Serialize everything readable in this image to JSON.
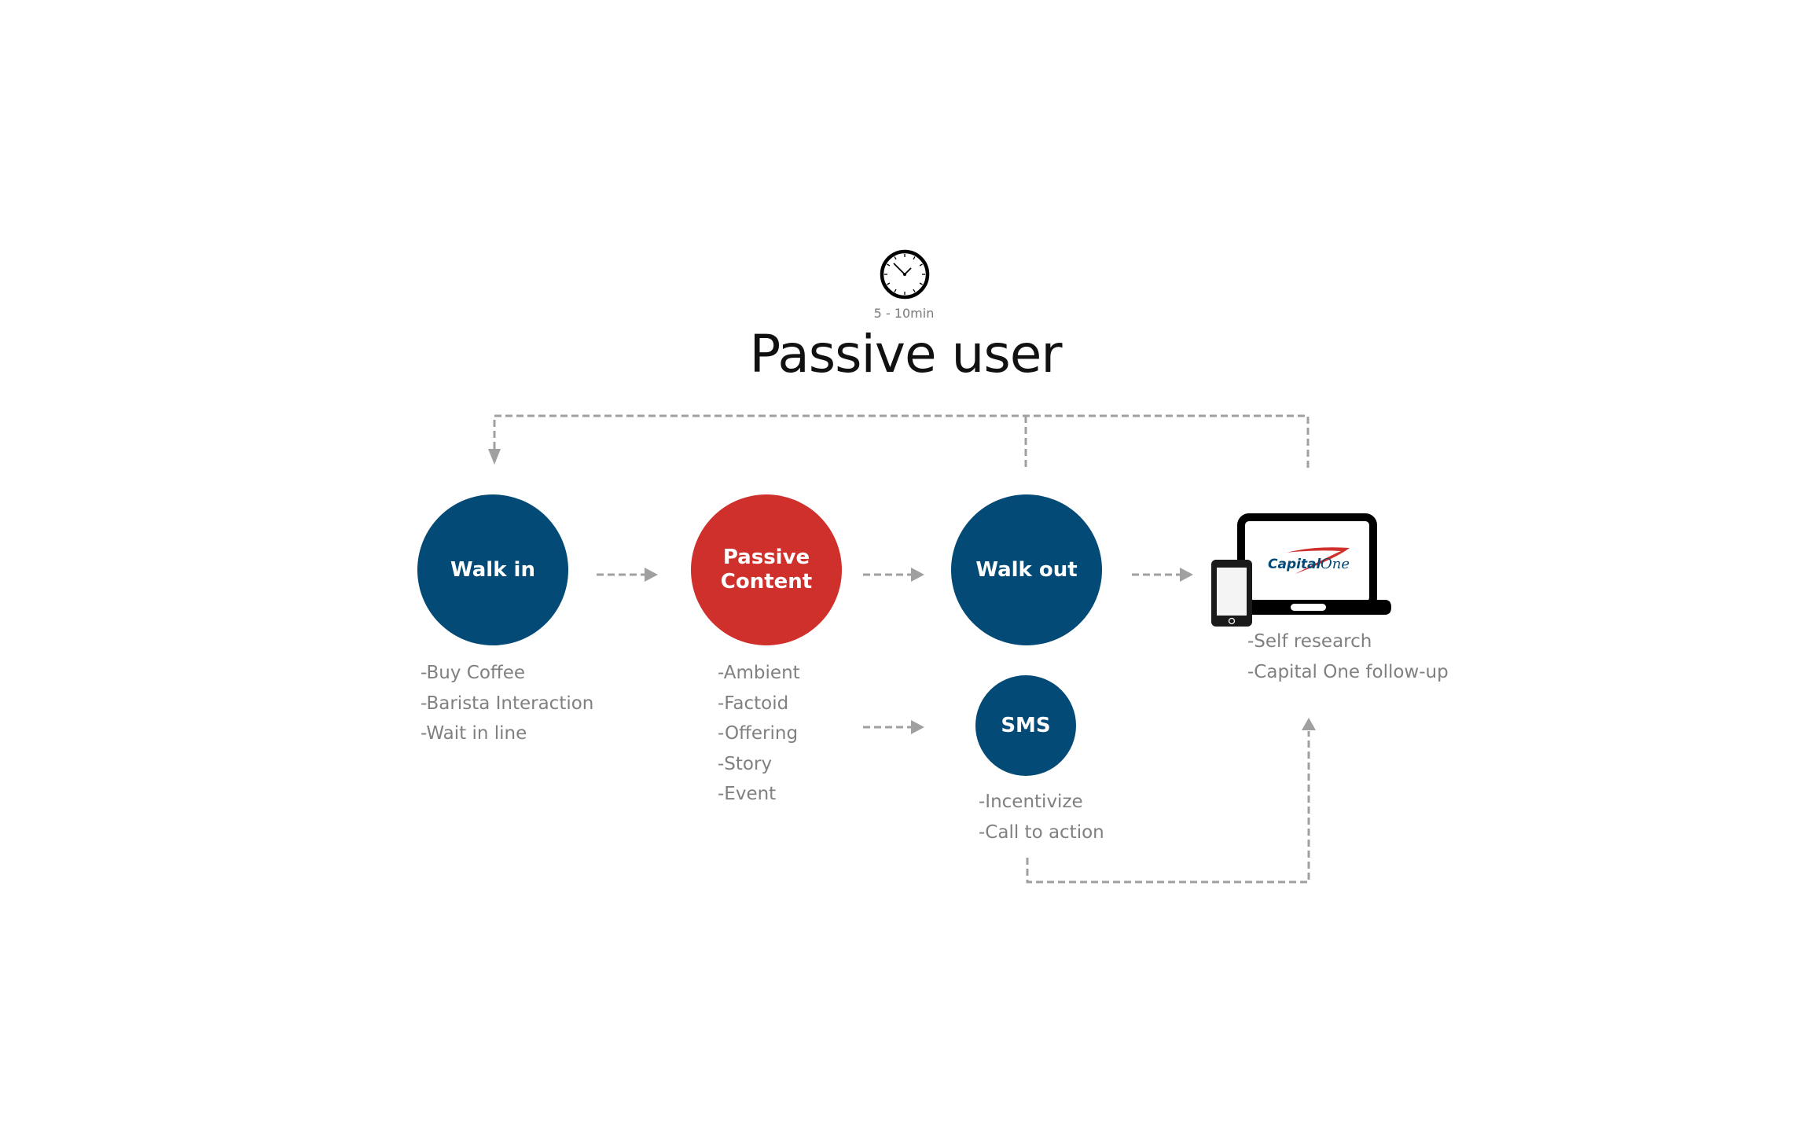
{
  "header": {
    "duration": "5 - 10min",
    "duration_icon": "clock-icon",
    "title": "Passive user"
  },
  "colors": {
    "primary_navy": "#034a76",
    "accent_red": "#d0302b",
    "connector_gray": "#a0a0a0",
    "text_gray": "#808080",
    "title_black": "#111111"
  },
  "nodes": {
    "walk_in": {
      "label": "Walk in",
      "items": [
        "-Buy Coffee",
        "-Barista Interaction",
        "-Wait in line"
      ]
    },
    "passive_content": {
      "label_line1": "Passive",
      "label_line2": "Content",
      "items": [
        "-Ambient",
        "-Factoid",
        "-Offering",
        "-Story",
        "-Event"
      ]
    },
    "walk_out": {
      "label": "Walk out"
    },
    "sms": {
      "label": "SMS",
      "items": [
        "-Incentivize",
        "-Call to action"
      ]
    },
    "devices": {
      "icon": "laptop-and-phone-icon",
      "brand_part1": "Capital",
      "brand_part2": "One",
      "items": [
        "-Self research",
        "-Capital One follow-up"
      ]
    }
  },
  "connections": [
    {
      "from": "Walk in",
      "to": "Passive Content"
    },
    {
      "from": "Passive Content",
      "to": "Walk out"
    },
    {
      "from": "Passive Content",
      "to": "SMS"
    },
    {
      "from": "Walk out",
      "to": "Devices"
    },
    {
      "from": "Walk out",
      "to": "Walk in",
      "style": "loop-back"
    },
    {
      "from": "Devices",
      "to": "Walk in",
      "style": "loop-back"
    },
    {
      "from": "SMS",
      "to": "Devices",
      "style": "loop-up"
    }
  ]
}
